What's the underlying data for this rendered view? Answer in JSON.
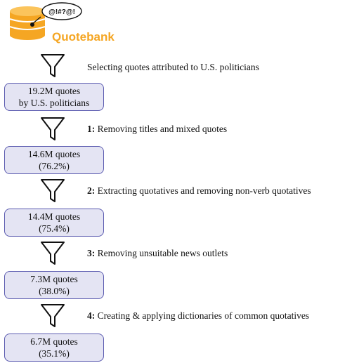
{
  "logo": {
    "name": "Quotebank",
    "bubble": "@!#?@!"
  },
  "intro_step": "Selecting quotes attributed to U.S. politicians",
  "boxes": [
    {
      "line1": "19.2M quotes",
      "line2": "by U.S. politicians"
    },
    {
      "line1": "14.6M quotes",
      "line2": "(76.2%)"
    },
    {
      "line1": "14.4M quotes",
      "line2": "(75.4%)"
    },
    {
      "line1": "7.3M quotes",
      "line2": "(38.0%)"
    },
    {
      "line1": "6.7M quotes",
      "line2": "(35.1%)"
    }
  ],
  "steps": [
    {
      "num": "1:",
      "text": " Removing titles and mixed quotes"
    },
    {
      "num": "2:",
      "text": " Extracting quotatives and removing non-verb quotatives"
    },
    {
      "num": "3:",
      "text": " Removing unsuitable news outlets"
    },
    {
      "num": "4:",
      "text": " Creating & applying dictionaries of common quotatives"
    }
  ]
}
